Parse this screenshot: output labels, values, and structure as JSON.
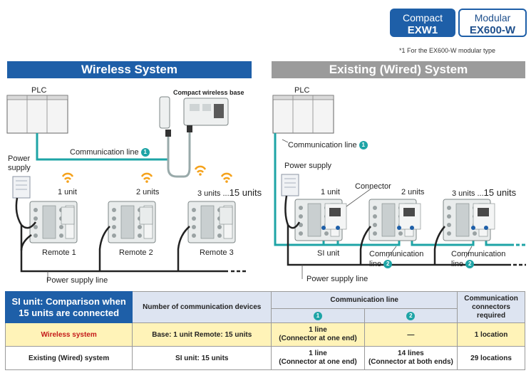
{
  "badges": {
    "compact": {
      "line1": "Compact",
      "line2": "EXW1"
    },
    "modular": {
      "line1": "Modular",
      "line2": "EX600-W"
    }
  },
  "footnote": "*1  For the EX600-W modular type",
  "wireless": {
    "title": "Wireless System",
    "plc_label": "PLC",
    "base_label": "Compact wireless base",
    "comm_line_label": "Communication line",
    "comm_line_num": "1",
    "power_supply_label_l1": "Power",
    "power_supply_label_l2": "supply",
    "unit_labels": [
      "1 unit",
      "2 units",
      "3 units ..."
    ],
    "max_units": "15 units",
    "remotes": [
      "Remote 1",
      "Remote 2",
      "Remote 3"
    ],
    "power_line_label": "Power supply line"
  },
  "wired": {
    "title": "Existing (Wired) System",
    "plc_label": "PLC",
    "comm_line_label": "Communication line",
    "comm_line_num": "1",
    "power_supply_label": "Power supply",
    "connector_label": "Connector",
    "unit_labels": [
      "1 unit",
      "2 units",
      "3 units ..."
    ],
    "max_units": "15 units",
    "si_label": "SI unit",
    "comm_line2_label": "Communication",
    "comm_line2_suffix": "line",
    "comm_line2_num": "2",
    "power_line_label": "Power supply line"
  },
  "table": {
    "title_l1": "SI unit: Comparison when",
    "title_l2": "15 units are connected",
    "col_devices": "Number of communication devices",
    "col_comm": "Communication line",
    "col_num1": "1",
    "col_num2": "2",
    "col_conn_l1": "Communication",
    "col_conn_l2": "connectors",
    "col_conn_l3": "required",
    "rows": [
      {
        "label": "Wireless system",
        "devices": "Base: 1 unit   Remote: 15 units",
        "c1_l1": "1 line",
        "c1_l2": "(Connector at one end)",
        "c2_l1": "—",
        "c2_l2": "",
        "connectors": "1 location"
      },
      {
        "label": "Existing (Wired) system",
        "devices": "SI unit: 15 units",
        "c1_l1": "1 line",
        "c1_l2": "(Connector at one end)",
        "c2_l1": "14 lines",
        "c2_l2": "(Connector at both ends)",
        "connectors": "29 locations"
      }
    ]
  },
  "colors": {
    "accent": "#1e5fa8",
    "teal": "#1ea4a6",
    "wifi": "#f5a21b",
    "highlight": "#fff3b8",
    "wireless_red": "#c41a1a"
  }
}
